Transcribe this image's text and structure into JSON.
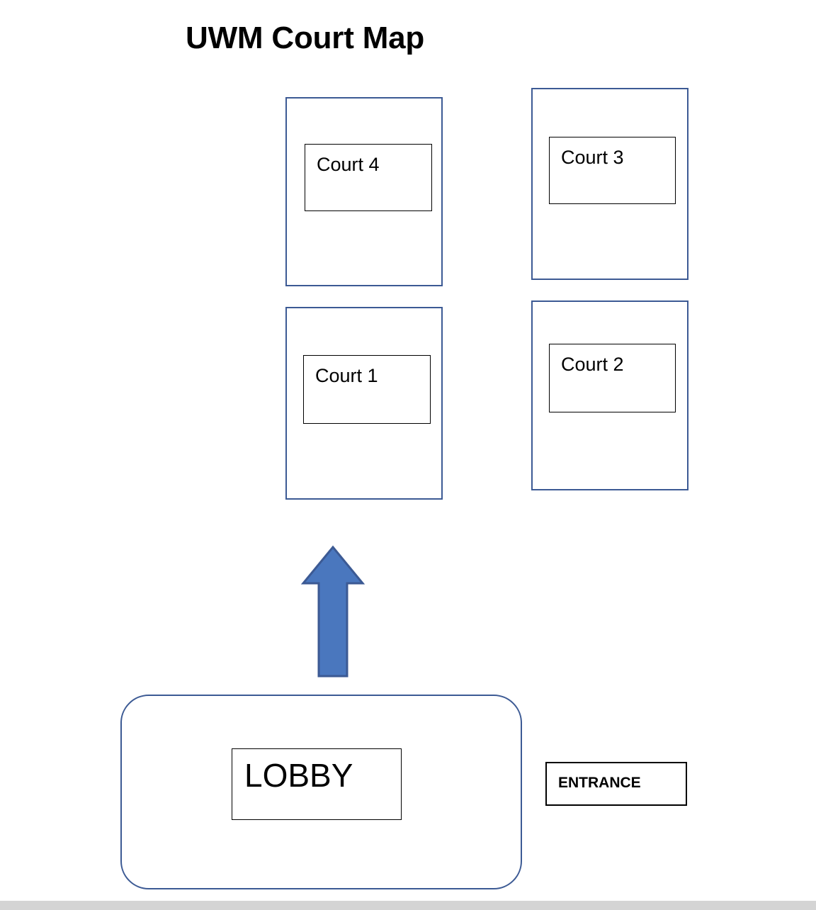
{
  "page": {
    "title": "UWM Court Map",
    "background_color": "#ffffff"
  },
  "colors": {
    "court_border": "#3C5A94",
    "plate_border": "#000000",
    "arrow_fill": "#4A77BE",
    "arrow_stroke": "#3C5A94",
    "text": "#000000",
    "bottom_rule": "#d4d4d4"
  },
  "courts": [
    {
      "id": "court4",
      "label": "Court 4"
    },
    {
      "id": "court3",
      "label": "Court 3"
    },
    {
      "id": "court1",
      "label": "Court 1"
    },
    {
      "id": "court2",
      "label": "Court 2"
    }
  ],
  "lobby": {
    "label": "LOBBY"
  },
  "entrance": {
    "label": "ENTRANCE"
  },
  "arrow": {
    "name": "up-arrow-icon",
    "direction": "up",
    "meaning": "path from lobby to courts"
  }
}
